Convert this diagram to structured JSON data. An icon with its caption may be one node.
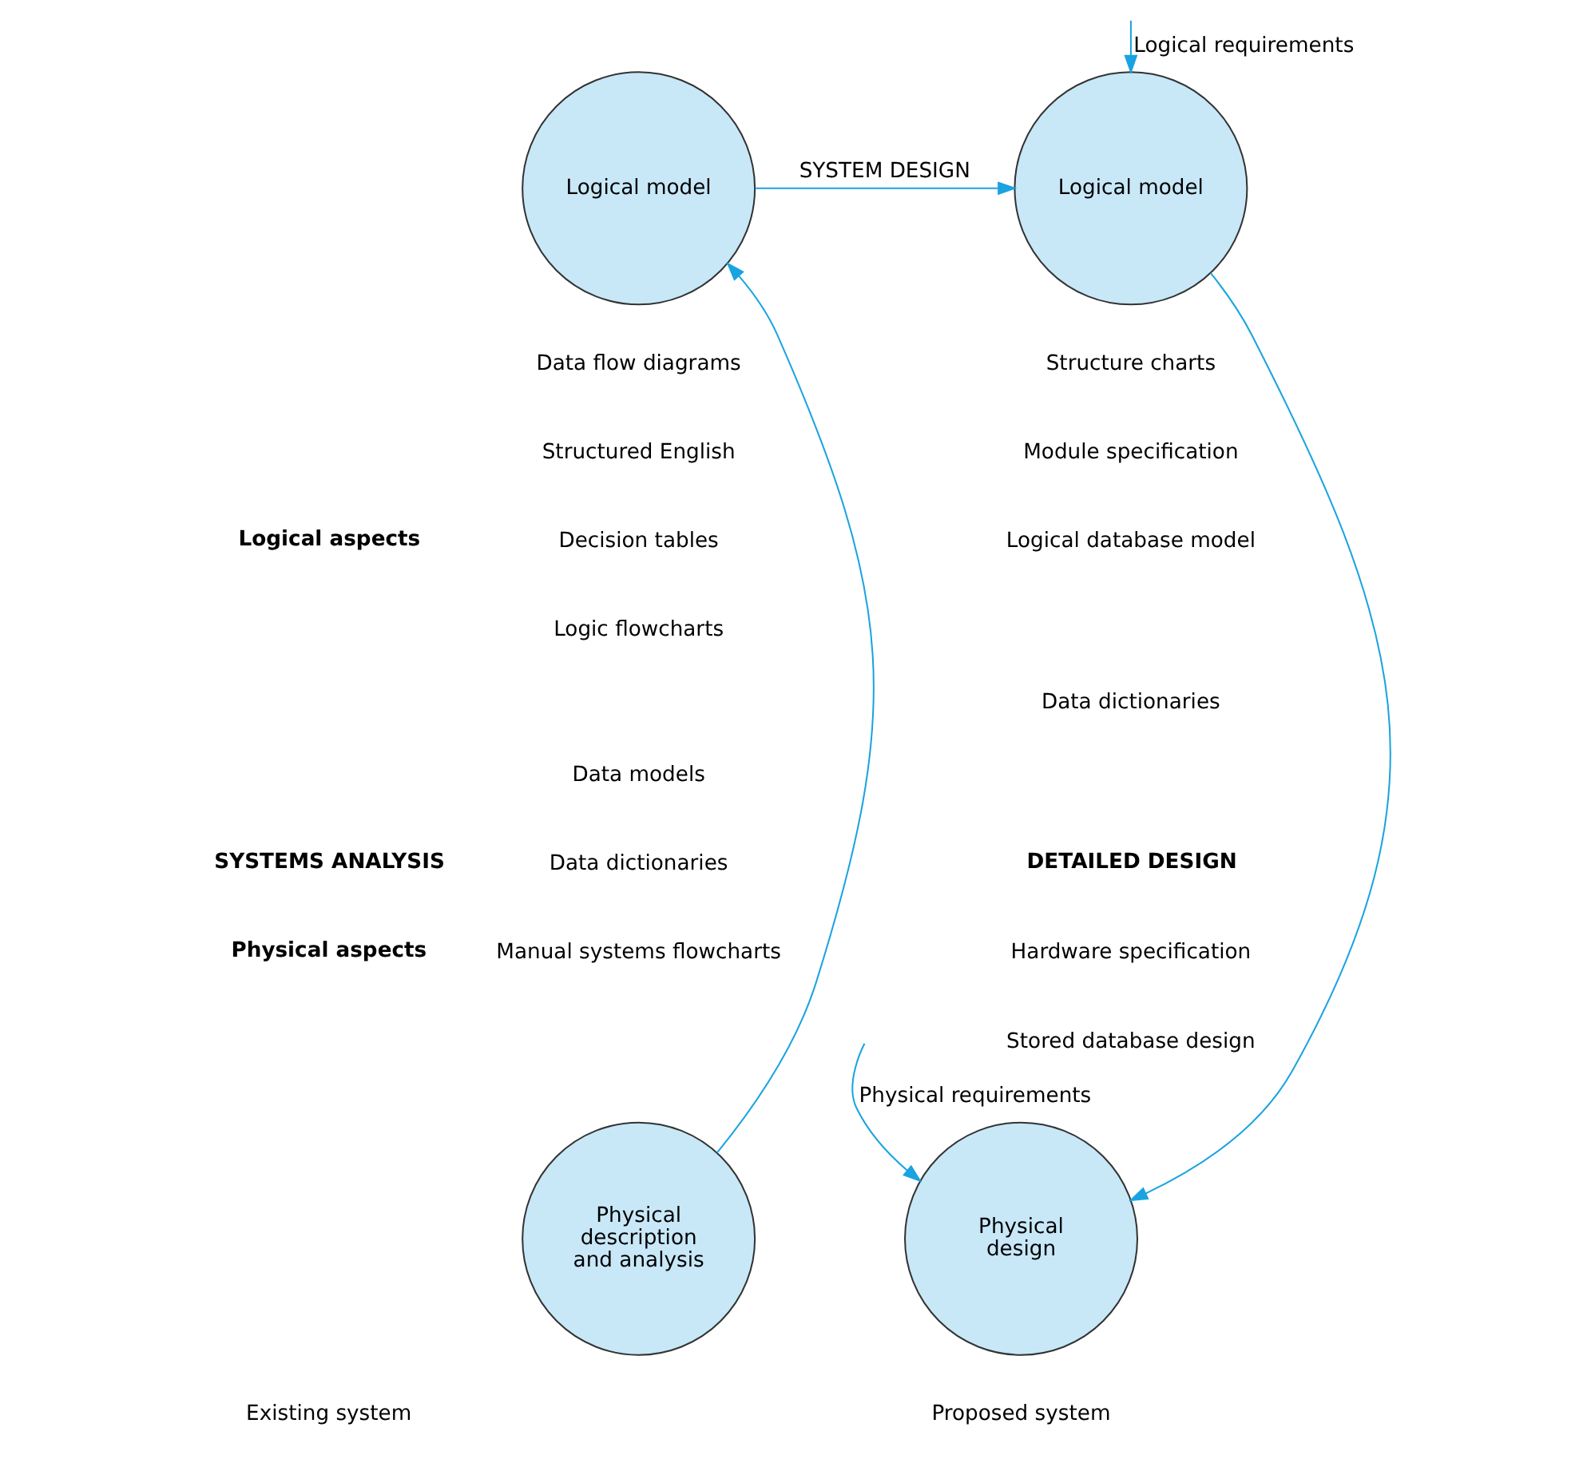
{
  "diagram": {
    "nodes": [
      {
        "text": [
          "Logical model"
        ]
      },
      {
        "text": [
          "Logical model"
        ]
      },
      {
        "text": [
          "Physical description and analysis"
        ]
      },
      {
        "text": [
          "Physical design"
        ]
      }
    ],
    "edges": [
      {
        "from": 0,
        "to": 1,
        "arrow": "to",
        "label": "SYSTEM DESIGN"
      },
      {
        "from": 2,
        "to": 0,
        "arrow": "to"
      },
      {
        "from": 1,
        "to": 3,
        "arrow": "to"
      },
      {
        "from": null,
        "to": 1,
        "arrow": "to",
        "label": "Logical requirements"
      },
      {
        "from": null,
        "to": 3,
        "arrow": "to",
        "label": "Physical requirements"
      }
    ],
    "labels": [
      "Logical aspects",
      "SYSTEMS ANALYSIS",
      "Physical aspects",
      "Existing system",
      "Data flow diagrams",
      "Structured English",
      "Decision tables",
      "Logic flowcharts",
      "Data models",
      "Data dictionaries",
      "Manual systems flowcharts",
      "Structure charts",
      "Module specification",
      "Logical database model",
      "Data dictionaries",
      "DETAILED DESIGN",
      "Hardware specification",
      "Stored database design",
      "Proposed system"
    ]
  }
}
